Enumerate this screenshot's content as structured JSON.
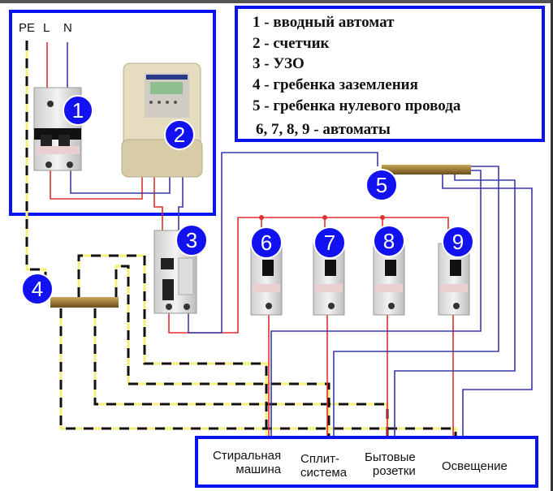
{
  "wire_labels": {
    "pe": "PE",
    "l": "L",
    "n": "N"
  },
  "legend": [
    "1 - вводный автомат",
    "2 - счетчик",
    "3 - УЗО",
    "4 - гребенка заземления",
    "5 - гребенка нулевого провода",
    "6, 7, 8, 9 - автоматы"
  ],
  "markers": [
    "1",
    "2",
    "3",
    "4",
    "5",
    "6",
    "7",
    "8",
    "9"
  ],
  "loads": [
    {
      "line1": "Стиральная",
      "line2": "машина"
    },
    {
      "line1": "Сплит-",
      "line2": "система"
    },
    {
      "line1": "Бытовые",
      "line2": "розетки"
    },
    {
      "line1": "Освещение",
      "line2": ""
    }
  ],
  "colors": {
    "frame": "#0a14f0",
    "phase": "#e03030",
    "neutral": "#3a3aa8",
    "ground": "#f4f07a",
    "marker": "#1212f0"
  }
}
